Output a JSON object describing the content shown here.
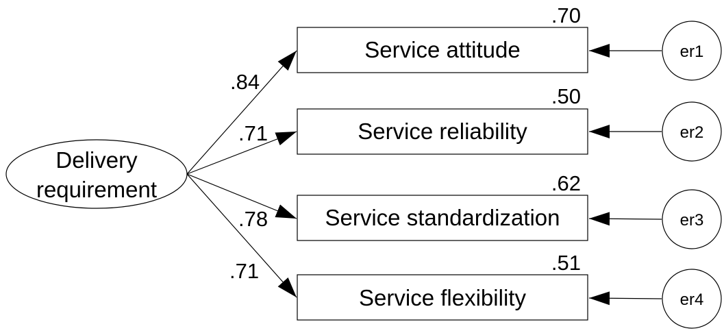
{
  "latent": {
    "line1": "Delivery",
    "line2": "requirement"
  },
  "indicators": [
    {
      "label": "Service attitude",
      "loading": ".84",
      "r2": ".70",
      "error": "er1"
    },
    {
      "label": "Service reliability",
      "loading": ".71",
      "r2": ".50",
      "error": "er2"
    },
    {
      "label": "Service standardization",
      "loading": ".78",
      "r2": ".62",
      "error": "er3"
    },
    {
      "label": "Service flexibility",
      "loading": ".71",
      "r2": ".51",
      "error": "er4"
    }
  ]
}
